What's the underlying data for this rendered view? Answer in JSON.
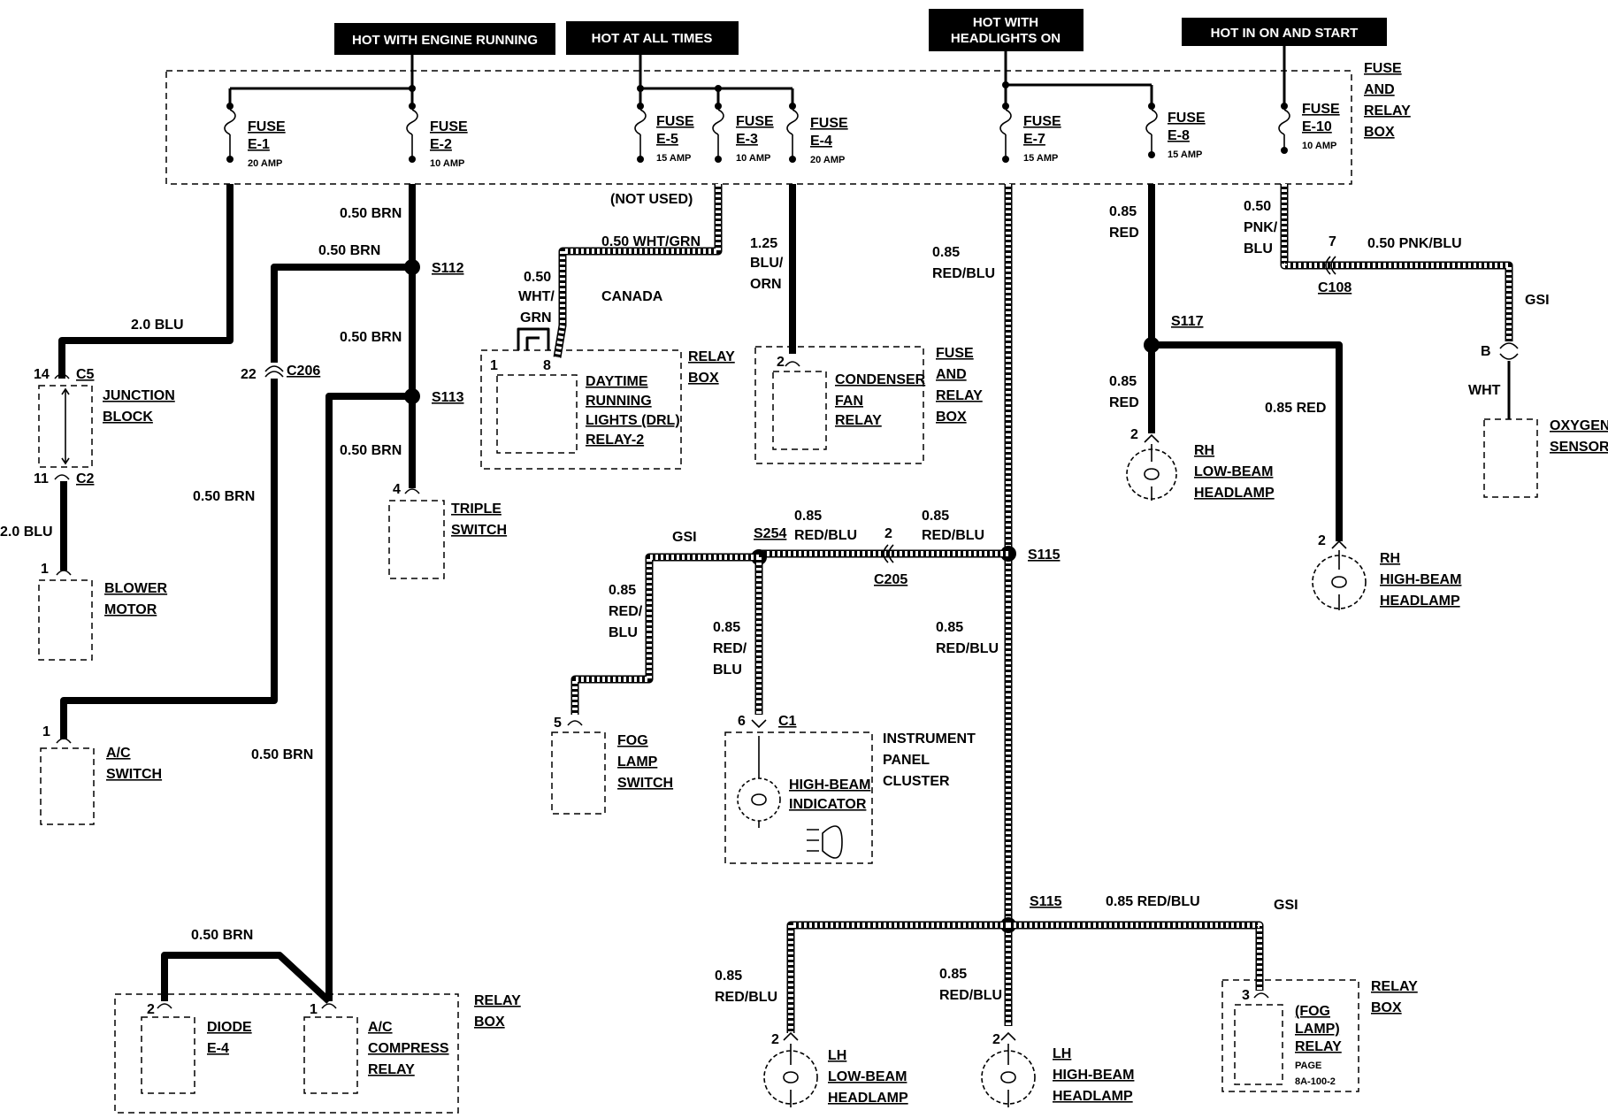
{
  "headers": {
    "engine_running": "HOT WITH ENGINE RUNNING",
    "all_times": "HOT AT ALL TIMES",
    "headlights_on_1": "HOT WITH",
    "headlights_on_2": "HEADLIGHTS ON",
    "on_and_start": "HOT IN ON AND START"
  },
  "fuse_box": {
    "line1": "FUSE",
    "line2": "AND",
    "line3": "RELAY",
    "line4": "BOX"
  },
  "fuses": {
    "e1": {
      "name": "FUSE",
      "id": "E-1",
      "rating": "20 AMP"
    },
    "e2": {
      "name": "FUSE",
      "id": "E-2",
      "rating": "10 AMP"
    },
    "e5": {
      "name": "FUSE",
      "id": "E-5",
      "rating": "15 AMP"
    },
    "e3": {
      "name": "FUSE",
      "id": "E-3",
      "rating": "10  AMP"
    },
    "e4": {
      "name": "FUSE",
      "id": "E-4",
      "rating": "20 AMP"
    },
    "e7": {
      "name": "FUSE",
      "id": "E-7",
      "rating": "15 AMP"
    },
    "e8": {
      "name": "FUSE",
      "id": "E-8",
      "rating": "15 AMP"
    },
    "e10": {
      "name": "FUSE",
      "id": "E-10",
      "rating": "10 AMP"
    }
  },
  "wires": {
    "blu_2_0": "2.0 BLU",
    "brn_050": "0.50 BRN",
    "not_used": "(NOT USED)",
    "wht_grn": "0.50 WHT/GRN",
    "wht_grn_a": "0.50",
    "wht_grn_b": "WHT/",
    "wht_grn_c": "GRN",
    "canada": "CANADA",
    "blu_orn_a": "1.25",
    "blu_orn_b": "BLU/",
    "blu_orn_c": "ORN",
    "redblu_a": "0.85",
    "redblu_b": "RED/BLU",
    "redblu_c": "RED/",
    "redblu_d": "BLU",
    "red_a": "0.85",
    "red_b": "RED",
    "red_full": "0.85 RED",
    "pnk_a": "0.50",
    "pnk_b": "PNK/",
    "pnk_c": "BLU",
    "pnk_full": "0.50 PNK/BLU",
    "gsi": "GSI",
    "wht": "WHT",
    "redblu_full": "0.85 RED/BLU"
  },
  "splices": {
    "s112": "S112",
    "s113": "S113",
    "s254": "S254",
    "s115": "S115",
    "s116": "S115",
    "s117": "S117"
  },
  "connectors": {
    "c5": "C5",
    "c2": "C2",
    "c206": "C206",
    "c205": "C205",
    "c108": "C108",
    "c1": "C1",
    "pin14": "14",
    "pin11": "11",
    "pin1": "1",
    "pin22": "22",
    "pin4": "4",
    "pin2": "2",
    "pin8": "8",
    "pin5": "5",
    "pin6": "6",
    "pin7": "7",
    "pin3": "3",
    "pinB": "B"
  },
  "components": {
    "junction": [
      "JUNCTION",
      "BLOCK"
    ],
    "blower": [
      "BLOWER",
      "MOTOR"
    ],
    "ac_switch": [
      "A/C",
      "SWITCH"
    ],
    "triple": [
      "TRIPLE",
      "SWITCH"
    ],
    "relay_box": [
      "RELAY",
      "BOX"
    ],
    "drl": [
      "DAYTIME",
      "RUNNING",
      "LIGHTS (DRL)",
      "RELAY-2"
    ],
    "fuse_relay_box": [
      "FUSE",
      "AND",
      "RELAY",
      "BOX"
    ],
    "condenser": [
      "CONDENSER",
      "FAN",
      "RELAY"
    ],
    "fog_switch": [
      "FOG",
      "LAMP",
      "SWITCH"
    ],
    "ipc": [
      "INSTRUMENT",
      "PANEL",
      "CLUSTER"
    ],
    "hb_indicator": [
      "HIGH-BEAM",
      "INDICATOR"
    ],
    "rh_low": [
      "RH",
      "LOW-BEAM",
      "HEADLAMP"
    ],
    "rh_high": [
      "RH",
      "HIGH-BEAM",
      "HEADLAMP"
    ],
    "lh_low": [
      "LH",
      "LOW-BEAM",
      "HEADLAMP"
    ],
    "lh_high": [
      "LH",
      "HIGH-BEAM",
      "HEADLAMP"
    ],
    "oxygen": [
      "OXYGEN",
      "SENSOR"
    ],
    "diode": [
      "DIODE",
      "E-4"
    ],
    "ac_relay": [
      "A/C",
      "COMPRESS",
      "RELAY"
    ],
    "fog_relay": [
      "(FOG",
      "LAMP)",
      "RELAY",
      "PAGE",
      "8A-100-2"
    ]
  }
}
